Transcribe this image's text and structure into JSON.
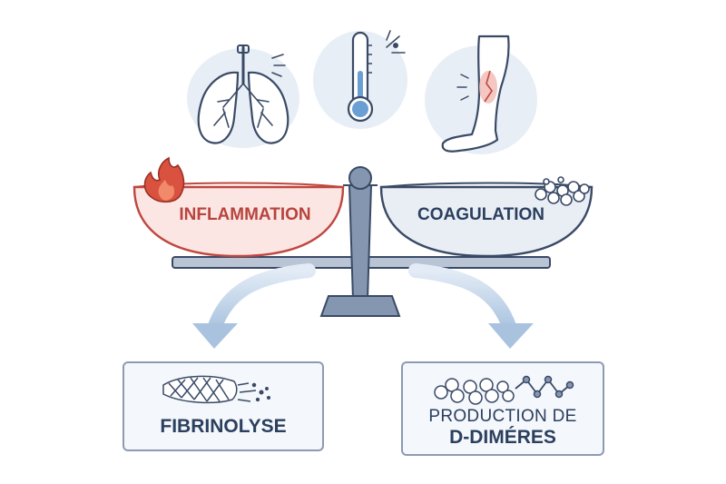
{
  "labels": {
    "inflammation": "INFLAMMATION",
    "coagulation": "COAGULATION",
    "fibrinolyse": "FIBRINOLYSE",
    "production_line1": "PRODUCTION DE",
    "production_line2": "D-DIMÉRES"
  },
  "colors": {
    "inflammation_red": "#c0463f",
    "inflammation_fill": "#fbe6e3",
    "coagulation_fill": "#e9eef5",
    "navy_outline": "#3a4a66",
    "steel": "#6f82a0",
    "arrow_blue": "#b7cde4",
    "icon_bg": "#e8eef6",
    "thermo_blue": "#6b9fd3"
  },
  "icons": [
    "lungs-icon",
    "thermometer-icon",
    "leg-thrombosis-icon",
    "flame-icon",
    "clot-cluster-icon",
    "fibrin-mesh-icon",
    "d-dimer-chain-icon"
  ]
}
